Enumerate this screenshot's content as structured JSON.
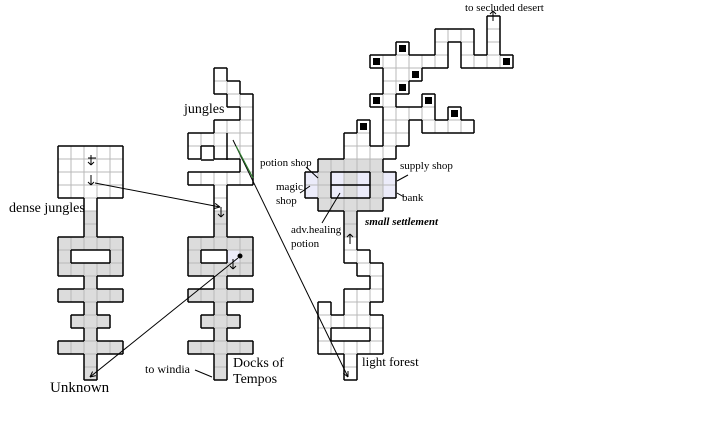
{
  "labels": {
    "secluded_desert": "to secluded desert",
    "jungles": "jungles",
    "potion_shop": "potion shop",
    "magic_shop_1": "magic",
    "magic_shop_2": "shop",
    "supply_shop": "supply shop",
    "bank": "bank",
    "adv_healing_1": "adv.healing",
    "adv_healing_2": "potion",
    "small_settlement": "small settlement",
    "dense_jungles": "dense jungles",
    "unknown": "Unknown",
    "to_windia": "to windia",
    "docks_1": "Docks of",
    "docks_2": "Tempos",
    "light_forest": "light forest"
  },
  "colors": {
    "floor_white": "#ffffff",
    "floor_gray": "#dcdcdc",
    "shop_lavender": "#ececfa",
    "grid_line": "#b8b8b8",
    "wall": "#000000",
    "connector_green": "#2e7d2e"
  }
}
